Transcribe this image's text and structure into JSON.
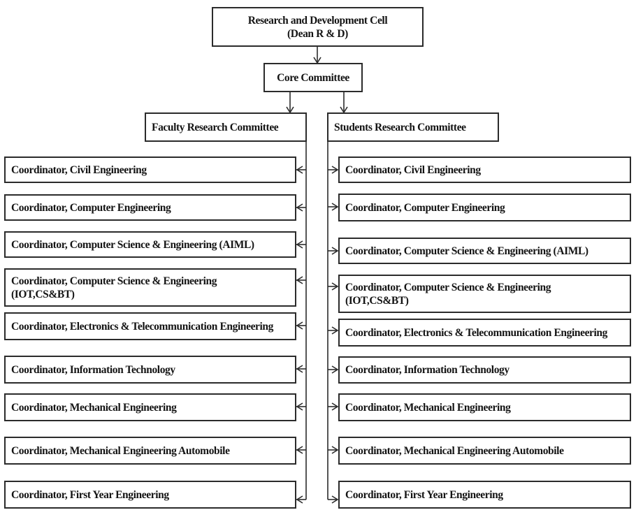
{
  "diagram": {
    "type": "organization-chart",
    "root": {
      "title": "Research and Development Cell",
      "subtitle": "(Dean R & D)"
    },
    "core": {
      "title": "Core Committee"
    },
    "branches": [
      {
        "title": "Faculty Research Committee",
        "coordinators": [
          "Coordinator, Civil Engineering",
          "Coordinator, Computer Engineering",
          "Coordinator, Computer Science & Engineering (AIML)",
          "Coordinator, Computer Science & Engineering (IOT,CS&BT)",
          "Coordinator, Electronics & Telecommunication Engineering",
          "Coordinator, Information Technology",
          "Coordinator, Mechanical Engineering",
          "Coordinator, Mechanical Engineering Automobile",
          "Coordinator, First Year Engineering"
        ]
      },
      {
        "title": "Students Research Committee",
        "coordinators": [
          "Coordinator, Civil Engineering",
          "Coordinator, Computer Engineering",
          "Coordinator, Computer Science & Engineering (AIML)",
          "Coordinator, Computer Science & Engineering (IOT,CS&BT)",
          "Coordinator, Electronics & Telecommunication Engineering",
          "Coordinator, Information Technology",
          "Coordinator, Mechanical Engineering",
          "Coordinator, Mechanical Engineering Automobile",
          "Coordinator, First Year Engineering"
        ]
      }
    ],
    "colors": {
      "line": "#2b2b2b",
      "text": "#141414",
      "background": "#ffffff"
    }
  }
}
